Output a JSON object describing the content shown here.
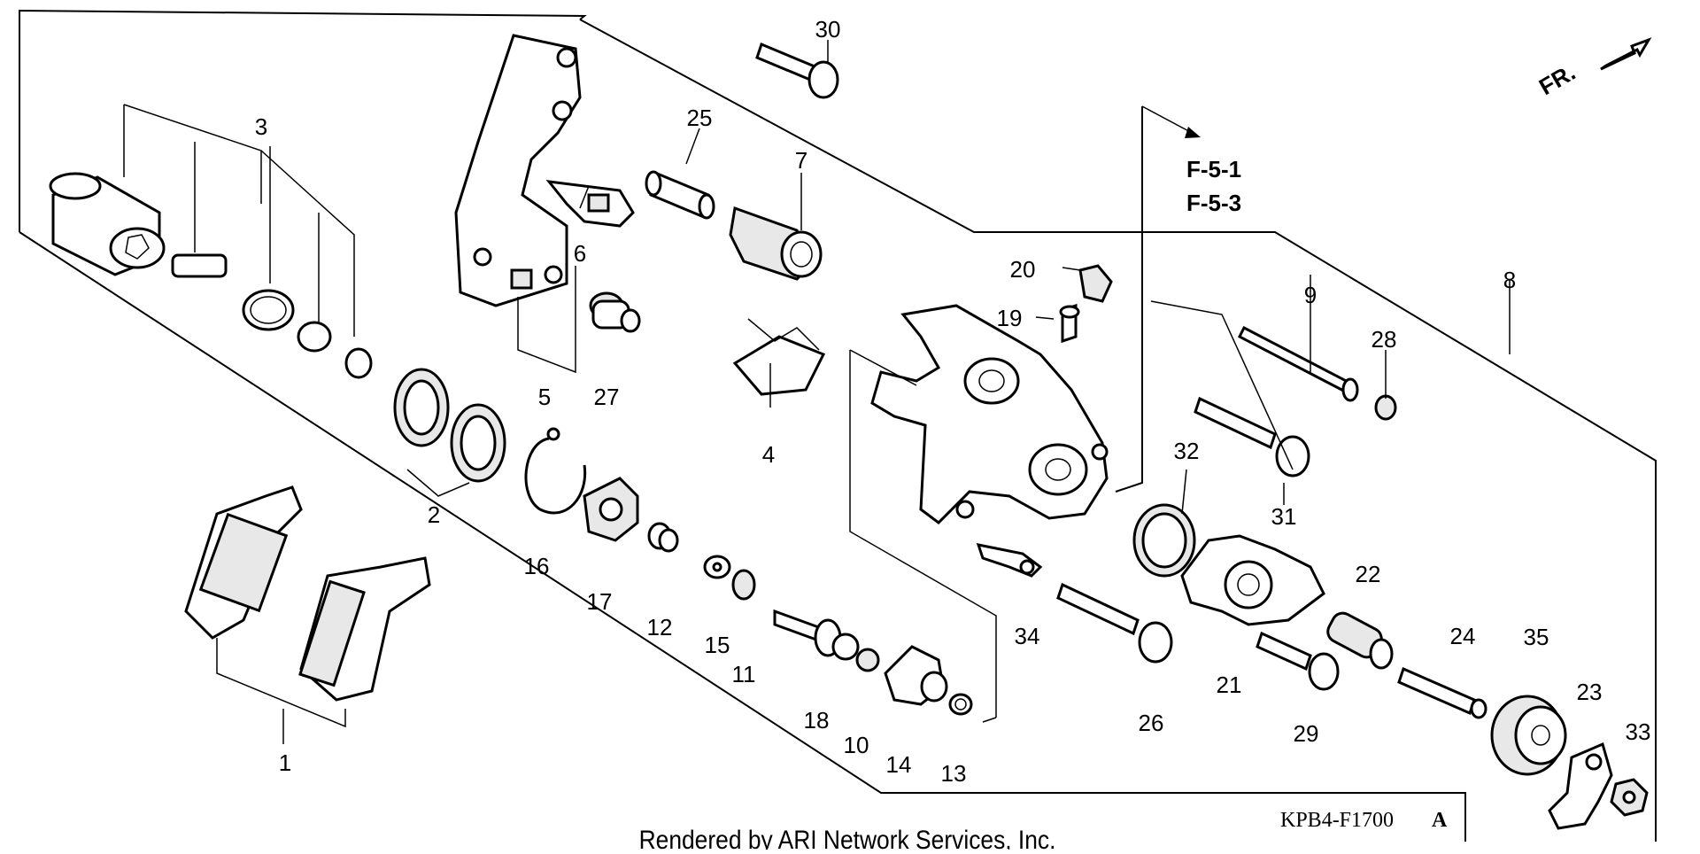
{
  "diagram": {
    "part_callouts": [
      {
        "id": "1",
        "label": "1"
      },
      {
        "id": "2",
        "label": "2"
      },
      {
        "id": "3",
        "label": "3"
      },
      {
        "id": "4",
        "label": "4"
      },
      {
        "id": "5",
        "label": "5"
      },
      {
        "id": "6",
        "label": "6"
      },
      {
        "id": "7",
        "label": "7"
      },
      {
        "id": "8",
        "label": "8"
      },
      {
        "id": "9",
        "label": "9"
      },
      {
        "id": "10",
        "label": "10"
      },
      {
        "id": "11",
        "label": "11"
      },
      {
        "id": "12",
        "label": "12"
      },
      {
        "id": "13",
        "label": "13"
      },
      {
        "id": "14",
        "label": "14"
      },
      {
        "id": "15",
        "label": "15"
      },
      {
        "id": "16",
        "label": "16"
      },
      {
        "id": "17",
        "label": "17"
      },
      {
        "id": "18",
        "label": "18"
      },
      {
        "id": "19",
        "label": "19"
      },
      {
        "id": "20",
        "label": "20"
      },
      {
        "id": "21",
        "label": "21"
      },
      {
        "id": "22",
        "label": "22"
      },
      {
        "id": "23",
        "label": "23"
      },
      {
        "id": "24",
        "label": "24"
      },
      {
        "id": "25",
        "label": "25"
      },
      {
        "id": "26",
        "label": "26"
      },
      {
        "id": "27",
        "label": "27"
      },
      {
        "id": "28",
        "label": "28"
      },
      {
        "id": "29",
        "label": "29"
      },
      {
        "id": "30",
        "label": "30"
      },
      {
        "id": "31",
        "label": "31"
      },
      {
        "id": "32",
        "label": "32"
      },
      {
        "id": "33",
        "label": "33"
      },
      {
        "id": "34",
        "label": "34"
      },
      {
        "id": "35",
        "label": "35"
      }
    ],
    "section_refs": [
      "F-5-1",
      "F-5-3"
    ],
    "direction_label": "FR.",
    "diagram_code": "KPB4-F1700",
    "revision": "A",
    "credit": "Rendered by ARI Network Services, Inc."
  }
}
